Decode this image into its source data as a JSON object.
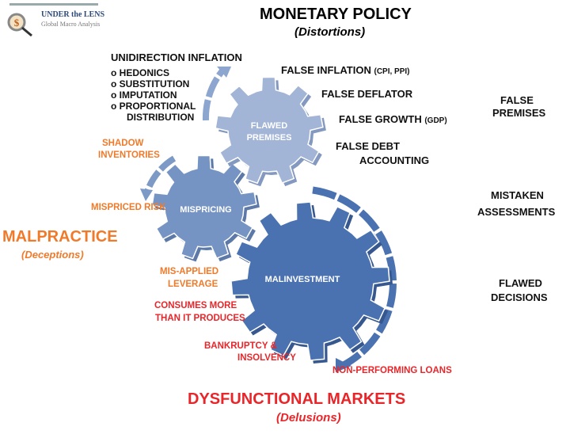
{
  "logo": {
    "line1": "UNDER the LENS",
    "line2": "Global Macro Analysis"
  },
  "header": {
    "title": "MONETARY POLICY",
    "subtitle": "(Distortions)"
  },
  "inflation": {
    "title": "UNIDIRECTION INFLATION",
    "items": [
      "o HEDONICS",
      "o SUBSTITUTION",
      "o IMPUTATION",
      "o PROPORTIONAL",
      "DISTRIBUTION"
    ]
  },
  "falses": {
    "inflation": "FALSE INFLATION",
    "inflation_note": "(CPI, PPI)",
    "deflator": "FALSE DEFLATOR",
    "growth": "FALSE GROWTH",
    "growth_note": "(GDP)",
    "debt1": "FALSE DEBT",
    "debt2": "ACCOUNTING"
  },
  "right": {
    "premises1": "FALSE",
    "premises2": "PREMISES",
    "assess1": "MISTAKEN",
    "assess2": "ASSESSMENTS",
    "decisions1": "FLAWED",
    "decisions2": "DECISIONS"
  },
  "gears": {
    "flawed1": "FLAWED",
    "flawed2": "PREMISES",
    "mispricing": "MISPRICING",
    "malinvestment": "MALINVESTMENT"
  },
  "orange": {
    "shadow1": "SHADOW",
    "shadow2": "INVENTORIES",
    "risk": "MISPRICED RISK",
    "malpractice": "MALPRACTICE",
    "deceptions": "(Deceptions)",
    "leverage1": "MIS-APPLIED",
    "leverage2": "LEVERAGE"
  },
  "red": {
    "consumes1": "CONSUMES MORE",
    "consumes2": "THAN IT PRODUCES",
    "bankruptcy1": "BANKRUPTCY &",
    "bankruptcy2": "INSOLVENCY",
    "npl": "NON-PERFORMING LOANS",
    "markets": "DYSFUNCTIONAL MARKETS",
    "delusions": "(Delusions)"
  },
  "colors": {
    "gear_light": "#a3b5d6",
    "gear_mid": "#7694c3",
    "gear_dark": "#4a72b0",
    "orange": "#f07a2a",
    "red": "#e8262a"
  }
}
